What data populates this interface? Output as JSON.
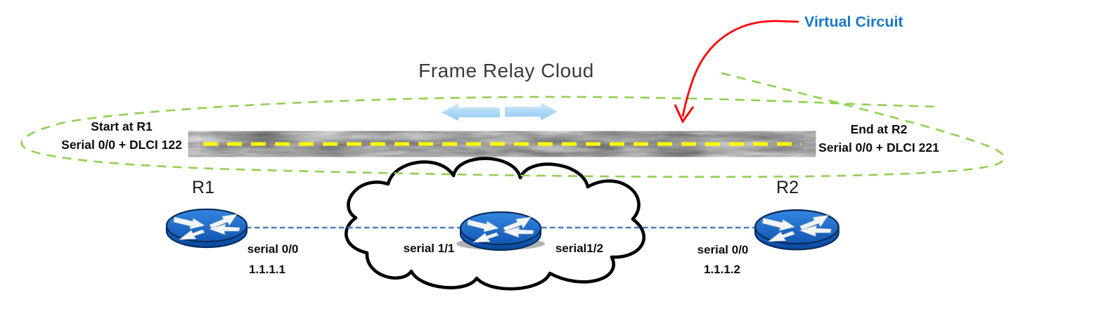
{
  "diagram": {
    "type": "frame-relay-network-topology",
    "title": "Frame Relay Cloud",
    "virtual_circuit": {
      "label": "Virtual Circuit"
    },
    "start_annotation": {
      "line1": "Start at R1",
      "line2": "Serial 0/0 + DLCI 122"
    },
    "end_annotation": {
      "line1": "End at R2",
      "line2": "Serial 0/0 + DLCI 221"
    },
    "routers": {
      "r1": {
        "name": "R1",
        "interface": "serial 0/0",
        "ip": "1.1.1.1"
      },
      "frame_relay_switch": {
        "left_interface": "serial 1/1",
        "right_interface": "serial1/2"
      },
      "r2": {
        "name": "R2",
        "interface": "serial 0/0",
        "ip": "1.1.1.2"
      }
    },
    "colors": {
      "virtual_circuit_text": "#1878C8",
      "virtual_circuit_ellipse_dash": "#8FD14F",
      "pvc_yellow_dash": "#FFFF00",
      "red_callout_arrow": "#FF0000",
      "serial_link_dash": "#4A7EBB",
      "router_body_blue": "#1B64C8",
      "direction_arrow_blue": "#A9D7F5",
      "cloud_outline": "#000000"
    }
  }
}
